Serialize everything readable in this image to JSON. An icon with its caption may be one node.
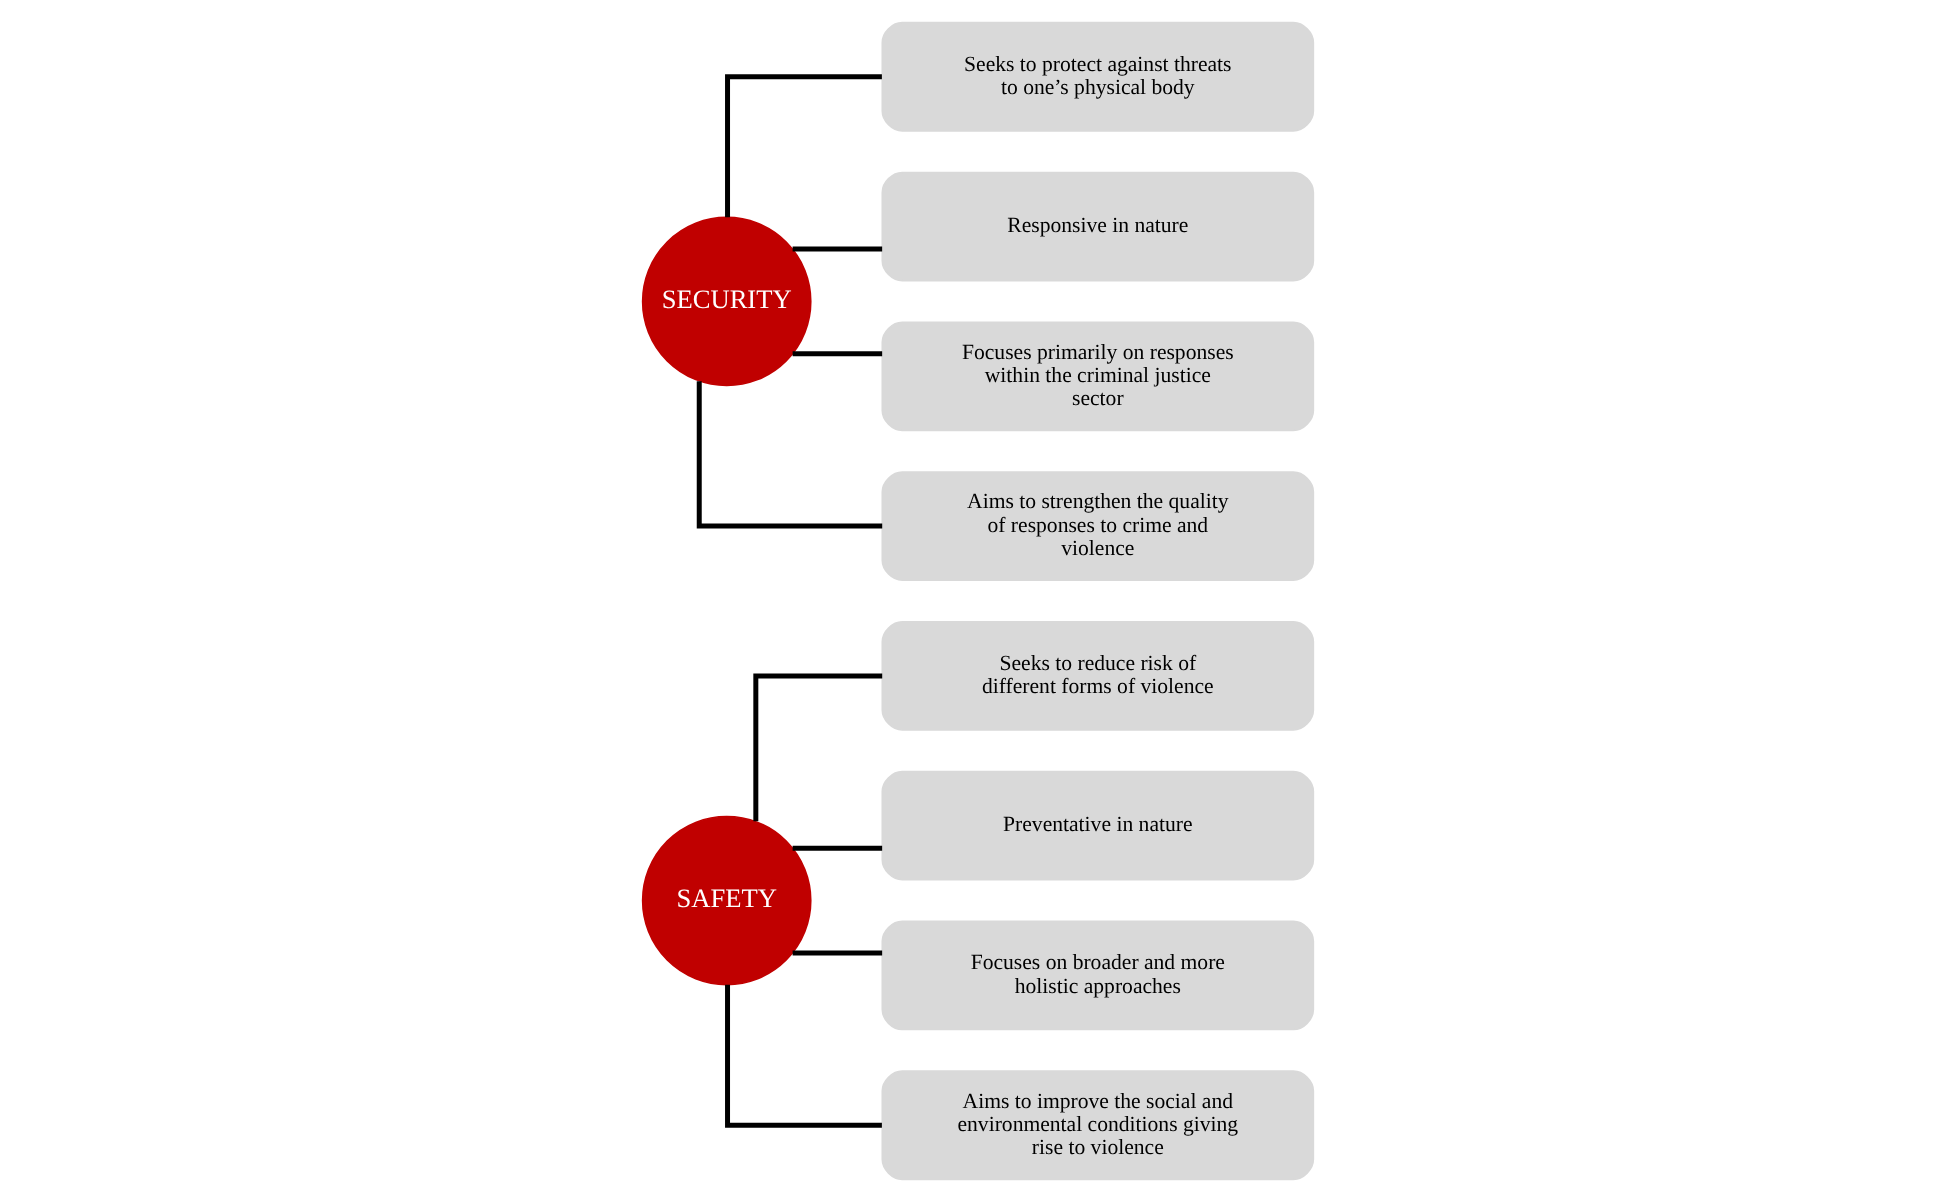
{
  "diagram": {
    "nodes": [
      {
        "text": [
          "SAFETY"
        ]
      },
      {
        "text": [
          "Seeks to reduce risk of different forms of violence"
        ]
      },
      {
        "text": [
          "Preventative in nature"
        ]
      },
      {
        "text": [
          "Focuses on broader and more holistic approaches"
        ]
      },
      {
        "text": [
          "Aims to improve the social and environmental conditions giving rise to violence"
        ]
      },
      {
        "text": [
          "SECURITY"
        ]
      },
      {
        "text": [
          "Seeks to protect against threats to one’s physical body"
        ]
      },
      {
        "text": [
          "Responsive in nature"
        ]
      },
      {
        "text": [
          "Focuses primarily on responses within the criminal justice sector"
        ]
      },
      {
        "text": [
          "Aims to strengthen the quality of responses to crime and violence"
        ]
      }
    ],
    "edges": [
      {
        "from": 0,
        "to": 1,
        "arrow": "none"
      },
      {
        "from": 0,
        "to": 2,
        "arrow": "none"
      },
      {
        "from": 0,
        "to": 3,
        "arrow": "none"
      },
      {
        "from": 0,
        "to": 4,
        "arrow": "none"
      },
      {
        "from": 5,
        "to": 6,
        "arrow": "none"
      },
      {
        "from": 5,
        "to": 7,
        "arrow": "none"
      },
      {
        "from": 5,
        "to": 8,
        "arrow": "none"
      },
      {
        "from": 5,
        "to": 9,
        "arrow": "none"
      }
    ]
  }
}
